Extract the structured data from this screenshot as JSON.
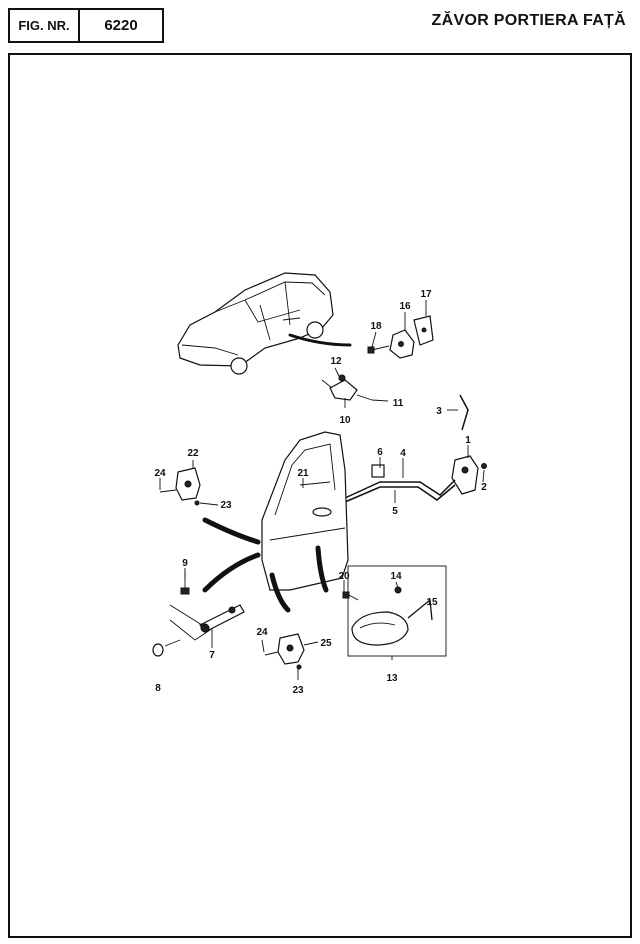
{
  "header": {
    "fig_label": "FIG. NR.",
    "fig_number": "6220",
    "title": "ZĂVOR PORTIERA FAȚĂ"
  },
  "callouts": [
    "1",
    "2",
    "3",
    "4",
    "5",
    "6",
    "7",
    "8",
    "9",
    "10",
    "11",
    "12",
    "13",
    "14",
    "15",
    "16",
    "17",
    "18",
    "20",
    "21",
    "22",
    "23",
    "23",
    "24",
    "24",
    "25"
  ]
}
